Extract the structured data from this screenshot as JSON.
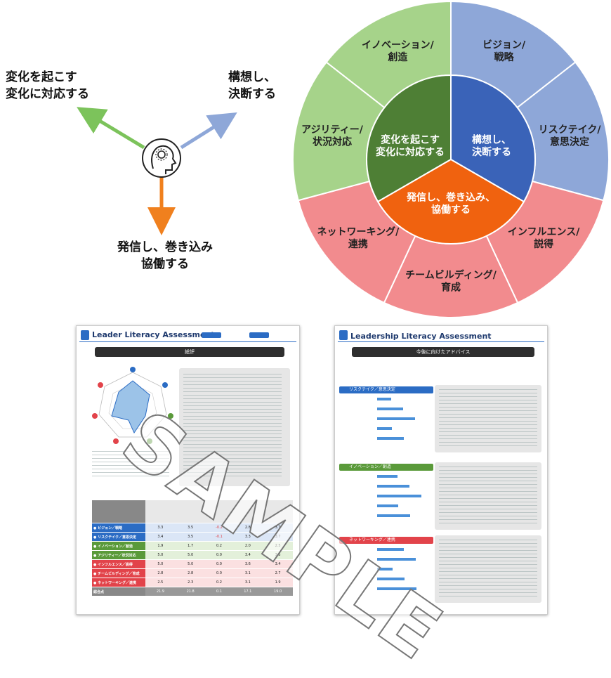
{
  "axis_diagram": {
    "labels": {
      "change": [
        "変化を起こす",
        "変化に対応する"
      ],
      "vision": [
        "構想し、",
        "決断する"
      ],
      "engage": [
        "発信し、巻き込み",
        "協働する"
      ]
    },
    "colors": {
      "change": "#7cc35b",
      "vision": "#8ea7d8",
      "engage": "#f0801e"
    },
    "center_icon": "head-gear-icon"
  },
  "wheel": {
    "inner": [
      {
        "lines": [
          "変化を起こす",
          "変化に対応する"
        ],
        "color": "#4e7f35"
      },
      {
        "lines": [
          "構想し、",
          "決断する"
        ],
        "color": "#3a63b8"
      },
      {
        "lines": [
          "発信し、巻き込み、",
          "協働する"
        ],
        "color": "#f0620f"
      }
    ],
    "outer": [
      {
        "lines": [
          "ビジョン/",
          "戦略"
        ],
        "color": "#8ea7d8"
      },
      {
        "lines": [
          "リスクテイク/",
          "意思決定"
        ],
        "color": "#8ea7d8"
      },
      {
        "lines": [
          "インフルエンス/",
          "説得"
        ],
        "color": "#f28b8e"
      },
      {
        "lines": [
          "チームビルディング/",
          "育成"
        ],
        "color": "#f28b8e"
      },
      {
        "lines": [
          "ネットワーキング/",
          "連携"
        ],
        "color": "#f28b8e"
      },
      {
        "lines": [
          "アジリティー/",
          "状況対応"
        ],
        "color": "#a6d38a"
      },
      {
        "lines": [
          "イノベーション/",
          "創造"
        ],
        "color": "#a6d38a"
      }
    ]
  },
  "report_left": {
    "title": "Leader Literacy Assessment",
    "banner": "総評",
    "table_rows": [
      {
        "label": "ビジョン／戦略",
        "color": "#2b6cc4",
        "vals": [
          "3.3",
          "3.5",
          "-0.2",
          "2.8",
          "3.7"
        ]
      },
      {
        "label": "リスクテイク／意思決定",
        "color": "#2b6cc4",
        "vals": [
          "3.4",
          "3.5",
          "-0.1",
          "3.3",
          "3.7"
        ]
      },
      {
        "label": "イノベーション／創造",
        "color": "#5a9a3a",
        "vals": [
          "1.9",
          "1.7",
          "0.2",
          "2.0",
          "2.5"
        ]
      },
      {
        "label": "アジリティー／状況対応",
        "color": "#5a9a3a",
        "vals": [
          "5.0",
          "5.0",
          "0.0",
          "3.4",
          "3.5"
        ]
      },
      {
        "label": "インフルエンス／説得",
        "color": "#e2434a",
        "vals": [
          "5.0",
          "5.0",
          "0.0",
          "3.6",
          "3.4"
        ]
      },
      {
        "label": "チームビルディング／育成",
        "color": "#e2434a",
        "vals": [
          "2.8",
          "2.8",
          "0.0",
          "3.1",
          "2.7"
        ]
      },
      {
        "label": "ネットワーキング／連携",
        "color": "#e2434a",
        "vals": [
          "2.5",
          "2.3",
          "0.2",
          "3.1",
          "1.9"
        ]
      }
    ],
    "total_row": {
      "label": "総合点",
      "vals": [
        "21.9",
        "21.8",
        "0.1",
        "17.1",
        "19.0"
      ]
    }
  },
  "report_right": {
    "title": "Leadership Literacy Assessment",
    "banner": "今後に向けたアドバイス",
    "sections": [
      {
        "label": "リスクテイク／意思決定",
        "color": "#2b6cc4"
      },
      {
        "label": "イノベーション／創造",
        "color": "#5a9a3a"
      },
      {
        "label": "ネットワーキング／連携",
        "color": "#e2434a"
      }
    ]
  },
  "watermark": "SAMPLE"
}
